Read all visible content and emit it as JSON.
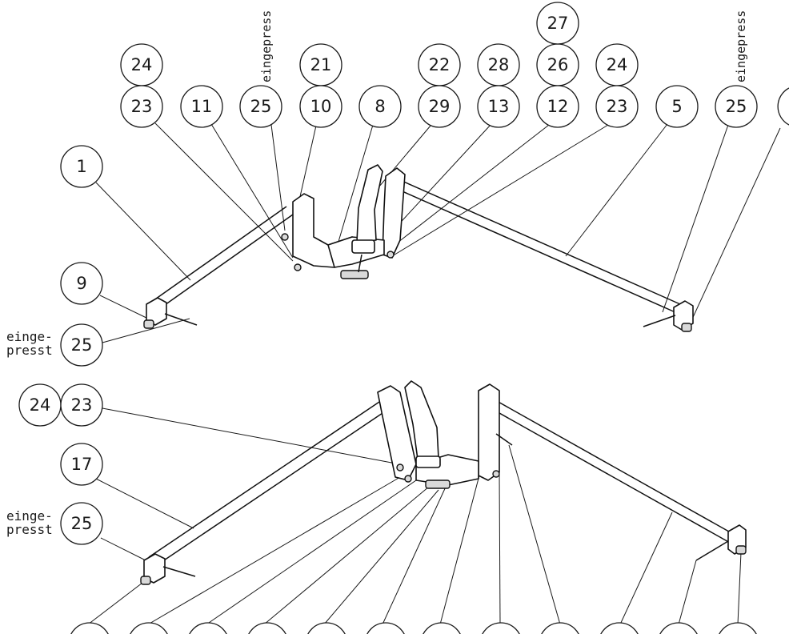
{
  "top_assembly": {
    "balloons_row1": [
      "24",
      "21",
      "22",
      "28",
      "26",
      "24"
    ],
    "balloon_27": "27",
    "balloons_row2": [
      "23",
      "11",
      "25",
      "10",
      "8",
      "29",
      "13",
      "12",
      "23",
      "5",
      "25"
    ],
    "balloon_1": "1",
    "balloon_9": "9",
    "balloon_25_left": "25",
    "note_pressed_left": [
      "einge-",
      "presst"
    ],
    "note_vertical_1": "eingepress",
    "note_vertical_2": "eingepress"
  },
  "bottom_assembly": {
    "balloon_24": "24",
    "balloon_23": "23",
    "balloon_17": "17",
    "balloon_25": "25",
    "note_pressed": [
      "einge-",
      "presst"
    ]
  }
}
